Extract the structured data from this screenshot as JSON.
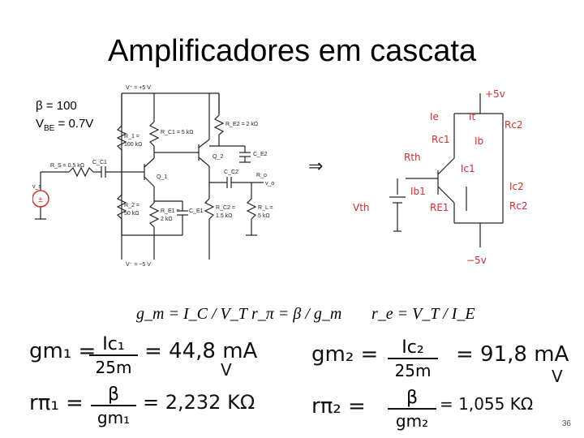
{
  "slide": {
    "title": "Amplificadores em cascata",
    "beta_line": "β = 100",
    "vbe_prefix": "V",
    "vbe_sub": "BE",
    "vbe_suffix": " = 0.7V",
    "page_number": "36"
  },
  "circuit": {
    "vplus": "V⁺ = +5 V",
    "vminus": "V⁻ = −5 V",
    "rs": "R_S = 0.5 kΩ",
    "cc1": "C_C1",
    "r1": "R_1 =",
    "r1_val": "100 kΩ",
    "r2": "R_2 =",
    "r2_val": "50 kΩ",
    "rc1": "R_C1 = 5 kΩ",
    "re1": "R_E1 =",
    "re1_val": "2 kΩ",
    "ce1": "C_E1",
    "q1": "Q_1",
    "q2": "Q_2",
    "re2": "R_E2 = 2 kΩ",
    "ce2": "C_E2",
    "cc2": "C_C2",
    "ro": "R_o",
    "rc2": "R_C2 =",
    "rc2_val": "1.5 kΩ",
    "rl": "R_L =",
    "rl_val": "5 kΩ",
    "vs": "v_s",
    "vo": "v_o"
  },
  "sketch": {
    "arrow": "⇒",
    "top": "+5v",
    "bottom": "−5v",
    "ie": "Ie",
    "it": "It",
    "rc2": "Rc2",
    "rc1": "Rc1",
    "ib": "Ib",
    "rth": "Rth",
    "ic1": "Ic1",
    "ic2": "Ic2",
    "ib1": "Ib1",
    "vth": "Vth",
    "re1": "RE1",
    "rc2b": "Rc2"
  },
  "formulas": {
    "gm": "g_m = I_C / V_T",
    "rpi": "r_π = β / g_m",
    "re": "r_e = V_T / I_E"
  },
  "handwriting": {
    "gm1_lhs": "gm₁ =",
    "gm1_num": "Ic₁",
    "gm1_den": "25m",
    "gm1_eq": "= 44,8 mA",
    "gm1_unit": "V",
    "gm2_lhs": "gm₂ =",
    "gm2_num": "Ic₂",
    "gm2_den": "25m",
    "gm2_eq": "= 91,8 mA",
    "gm2_unit": "V",
    "rpi1_lhs": "rπ₁ =",
    "rpi1_num": "β",
    "rpi1_den": "gm₁",
    "rpi1_eq": "= 2,232 KΩ",
    "rpi2_lhs": "rπ₂ =",
    "rpi2_num": "β",
    "rpi2_den": "gm₂",
    "rpi2_eq": "= 1,055 KΩ"
  },
  "colors": {
    "ink": "#111111",
    "red_ink": "#d03030",
    "wire": "#222222",
    "ground": "#444444",
    "source": "#cc3333"
  }
}
